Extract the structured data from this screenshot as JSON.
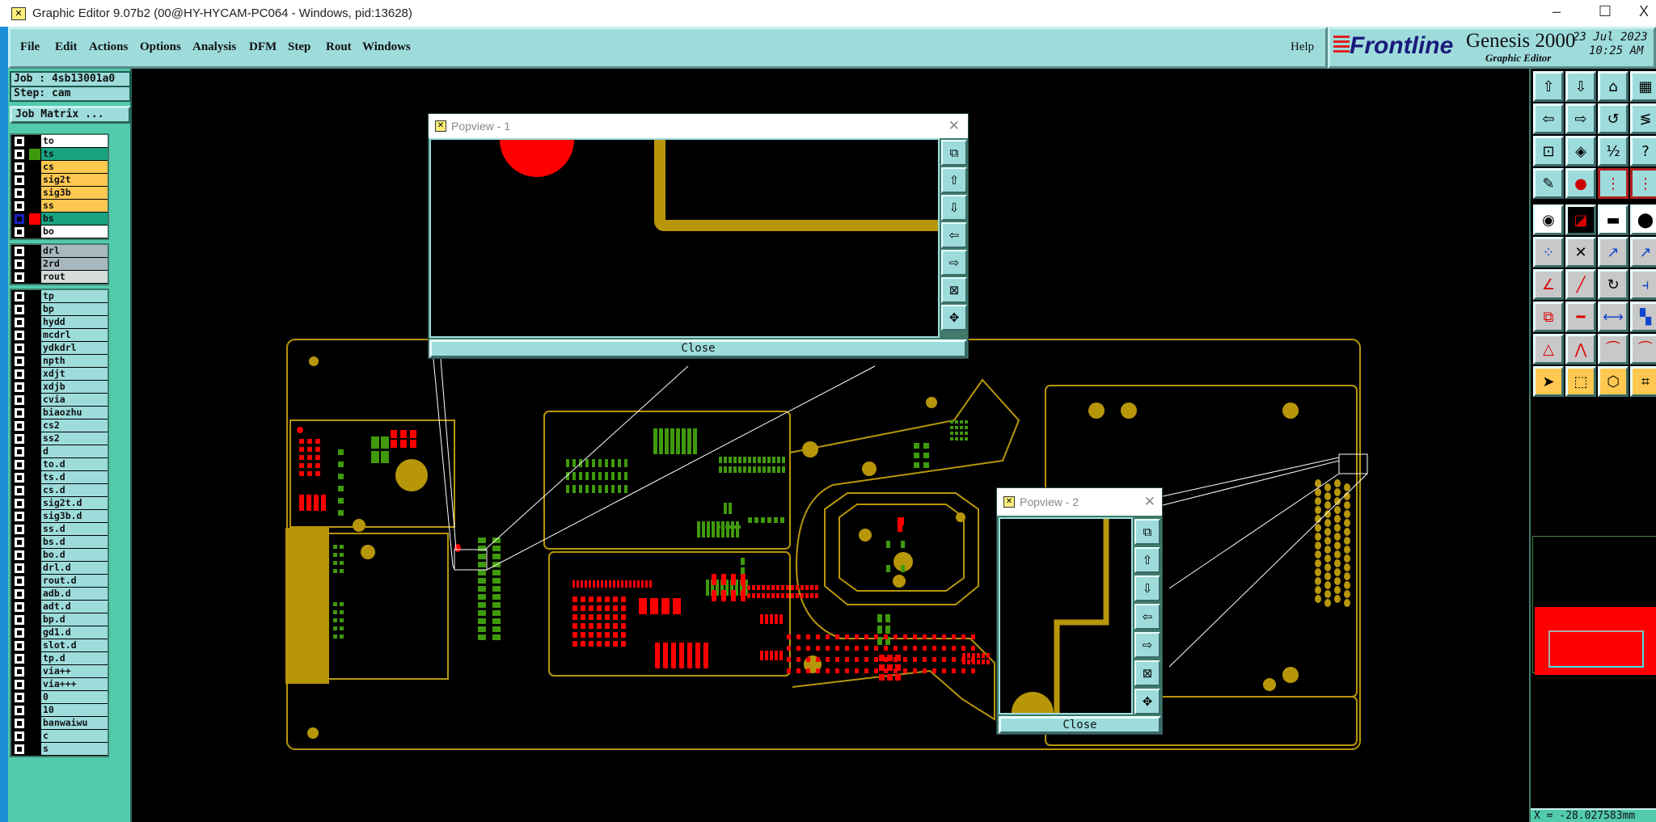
{
  "window": {
    "title": "Graphic Editor 9.07b2 (00@HY-HYCAM-PC064 - Windows, pid:13628)",
    "minimize": "–",
    "maximize": "☐",
    "close": "X"
  },
  "menu": {
    "items": [
      "File",
      "Edit",
      "Actions",
      "Options",
      "Analysis",
      "DFM",
      "Step",
      "Rout",
      "Windows"
    ],
    "help": "Help"
  },
  "brand": {
    "logo": "Frontline",
    "product": "Genesis 2000",
    "subtitle": "Graphic Editor",
    "date": "23 Jul 2023",
    "time": "10:25 AM"
  },
  "job": {
    "job_label": "Job : 4sb13001a0",
    "step_label": "Step: cam",
    "matrix_button": "Job Matrix ..."
  },
  "layer_groups": [
    [
      {
        "name": "to",
        "bg": "#ffffff",
        "swatch": "#000000"
      },
      {
        "name": "ts",
        "bg": "#19a381",
        "swatch": "#3f9a0c"
      },
      {
        "name": "cs",
        "bg": "#ffc850",
        "swatch": "#000000"
      },
      {
        "name": "sig2t",
        "bg": "#ffc850",
        "swatch": "#000000"
      },
      {
        "name": "sig3b",
        "bg": "#ffc850",
        "swatch": "#000000"
      },
      {
        "name": "ss",
        "bg": "#ffc850",
        "swatch": "#000000"
      },
      {
        "name": "bs",
        "bg": "#19a381",
        "swatch": "#ff0000",
        "active": true
      },
      {
        "name": "bo",
        "bg": "#ffffff",
        "swatch": "#000000"
      }
    ],
    [
      {
        "name": "drl",
        "bg": "#a7b9bf",
        "swatch": "#000000"
      },
      {
        "name": "2rd",
        "bg": "#a7b9bf",
        "swatch": "#000000"
      },
      {
        "name": "rout",
        "bg": "#d6dcdc",
        "swatch": "#000000"
      }
    ],
    [
      {
        "name": "tp"
      },
      {
        "name": "bp"
      },
      {
        "name": "hydd"
      },
      {
        "name": "mcdrl"
      },
      {
        "name": "ydkdrl"
      },
      {
        "name": "npth"
      },
      {
        "name": "xdjt"
      },
      {
        "name": "xdjb"
      },
      {
        "name": "cvia"
      },
      {
        "name": "biaozhu"
      },
      {
        "name": "cs2"
      },
      {
        "name": "ss2"
      },
      {
        "name": "d"
      },
      {
        "name": "to.d"
      },
      {
        "name": "ts.d"
      },
      {
        "name": "cs.d"
      },
      {
        "name": "sig2t.d"
      },
      {
        "name": "sig3b.d"
      },
      {
        "name": "ss.d"
      },
      {
        "name": "bs.d"
      },
      {
        "name": "bo.d"
      },
      {
        "name": "drl.d"
      },
      {
        "name": "rout.d"
      },
      {
        "name": "adb.d"
      },
      {
        "name": "adt.d"
      },
      {
        "name": "bp.d"
      },
      {
        "name": "gd1.d"
      },
      {
        "name": "slot.d"
      },
      {
        "name": "tp.d"
      },
      {
        "name": "via++"
      },
      {
        "name": "via+++"
      },
      {
        "name": "0"
      },
      {
        "name": "10"
      },
      {
        "name": "banwaiwu"
      },
      {
        "name": "c"
      },
      {
        "name": "s"
      }
    ]
  ],
  "colors": {
    "copper": "#b8960a",
    "top_mask": "#3f9a0c",
    "bottom_mask": "#ff0000",
    "ui_teal": "#9edcdc",
    "panel_green": "#52cbad"
  },
  "popviews": [
    {
      "title": "Popview - 1",
      "close_label": "Close"
    },
    {
      "title": "Popview - 2",
      "close_label": "Close"
    }
  ],
  "popview_buttons": [
    "zoom-back-icon",
    "pan-up-icon",
    "pan-down-icon",
    "pan-left-icon",
    "pan-right-icon",
    "zoom-in-icon",
    "zoom-out-icon"
  ],
  "toolbar_icons": [
    "pan-up-icon",
    "pan-down-icon",
    "home-icon",
    "grid-xy-icon",
    "pan-left-icon",
    "pan-right-icon",
    "undo-view-icon",
    "snake-icon",
    "zoom-fit-icon",
    "zoom-center-icon",
    "scale-1-2-icon",
    "help-icon",
    "tools-icon",
    "snap-pad-icon",
    "layer-display-icon",
    "layer-display-2-icon",
    "add-pad-icon",
    "move-feature-icon",
    "measure-ruler-icon",
    "select-pad-icon",
    "connect-icon",
    "delete-icon",
    "move-point-icon",
    "move-point-2-icon",
    "angle-icon",
    "draw-line-icon",
    "rotate-icon",
    "mirror-icon",
    "copy-icon",
    "line-split-icon",
    "stretch-icon",
    "contour-icon",
    "triangle-icon",
    "arc-icon",
    "arc-2-icon",
    "arc-3-icon",
    "select-icon",
    "select-box-icon",
    "select-polygon-icon",
    "select-net-icon"
  ],
  "status": {
    "coordinate": "X = -28.027583mm"
  }
}
